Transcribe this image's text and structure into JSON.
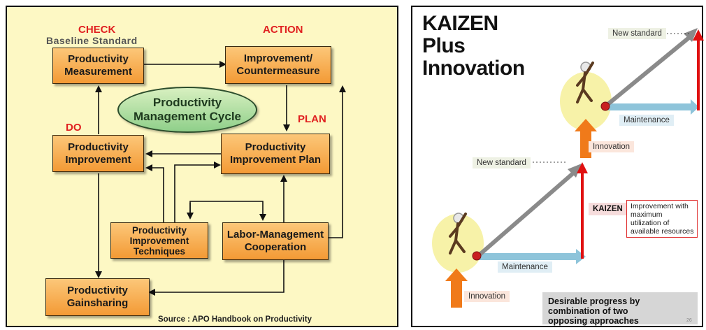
{
  "left": {
    "labels": {
      "check": "CHECK",
      "baseline": "Baseline Standard",
      "action": "ACTION",
      "do": "DO",
      "plan": "PLAN"
    },
    "boxes": {
      "measurement": "Productivity\nMeasurement",
      "improvement_counter": "Improvement/\nCountermeasure",
      "productivity_improvement": "Productivity\nImprovement",
      "improvement_plan": "Productivity\nImprovement Plan",
      "techniques": "Productivity\nImprovement\nTechniques",
      "labor_management": "Labor-Management\nCooperation",
      "gainsharing": "Productivity\nGainsharing"
    },
    "oval": "Productivity\nManagement Cycle",
    "source": "Source : APO Handbook on Productivity"
  },
  "right": {
    "title": "KAIZEN\nPlus\nInnovation",
    "new_standard_top": "New standard",
    "maintenance_top": "Maintenance",
    "innovation_top": "Innovation",
    "new_standard_bottom": "New standard",
    "maintenance_bottom": "Maintenance",
    "innovation_bottom": "Innovation",
    "kaizen_label": "KAIZEN",
    "kaizen_note": "Improvement with\nmaximum\nutilization of\navailable resources",
    "bottom_note": "Desirable progress by combination of two\nopposing approaches",
    "page_number": "26"
  },
  "colors": {
    "box_fill": "#f39a35",
    "label_red": "#e02020",
    "oval_fill": "#8fcf8a",
    "arrow_grey": "#9a9a9a",
    "arrow_red": "#e01010",
    "arrow_blue": "#8ec4da",
    "arrow_orange": "#f07a1a"
  }
}
